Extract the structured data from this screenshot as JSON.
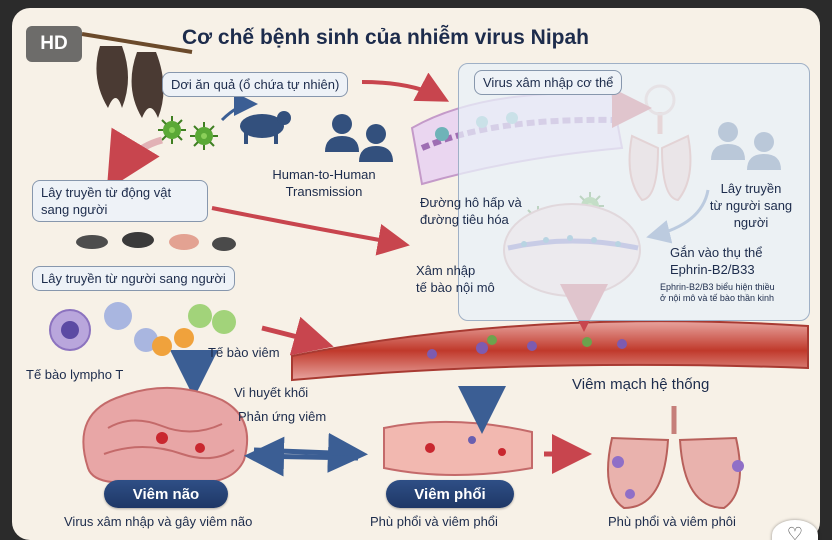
{
  "badge": "HD",
  "title": "Cơ chế bệnh sinh của nhiễm virus Nipah",
  "labels": {
    "bat": "Dơi ăn quả (ổ chứa tự nhiên)",
    "human_transmission": [
      "Human-to-Human",
      "Transmission"
    ],
    "animal_to_human": [
      "Lây truyền từ động vật",
      "sang người"
    ],
    "human_to_human_vn": "Lây truyền từ người sang người",
    "lympho": "Tế bào lympho T",
    "inflammatory_cells": "Tế bào viêm",
    "virus_entry": "Virus xâm nhập cơ thể",
    "airways": [
      "Đường hô hấp và",
      "đường tiêu hóa"
    ],
    "transmit_human": [
      "Lây truyền",
      "từ người sang",
      "người"
    ],
    "receptor": [
      "Gắn vào thụ thể",
      "Ephrin-B2/B33"
    ],
    "receptor_note": [
      "Ephrin-B2/B3 biểu hiện thiều",
      "ở nội mô và tế bào thần kinh"
    ],
    "endothelial": [
      "Xâm nhập",
      "tế bào nội mô"
    ],
    "microthrombi": "Vi huyết khối",
    "inflammation": "Phản ứng viêm",
    "systemic_vasculitis": "Viêm mạch hệ thống"
  },
  "outcomes": [
    {
      "name": "Viêm não",
      "caption": "Virus xâm nhập và gây viêm não"
    },
    {
      "name": "Viêm phổi",
      "caption": "Phù phổi và viêm phổi"
    },
    {
      "caption": "Phù phổi và viêm phôi"
    }
  ],
  "colors": {
    "navy": "#1e3766",
    "arrow_red": "#c8454e",
    "arrow_blue": "#3b5e94",
    "virus_green": "#5aa936",
    "vessel_red": "#c0392b",
    "silhouette": "#33507d"
  },
  "icons": [
    "bat-icon",
    "cow-icon",
    "pig-icon",
    "human-silhouette-icon",
    "virus-icon",
    "lungs-icon",
    "brain-icon"
  ]
}
